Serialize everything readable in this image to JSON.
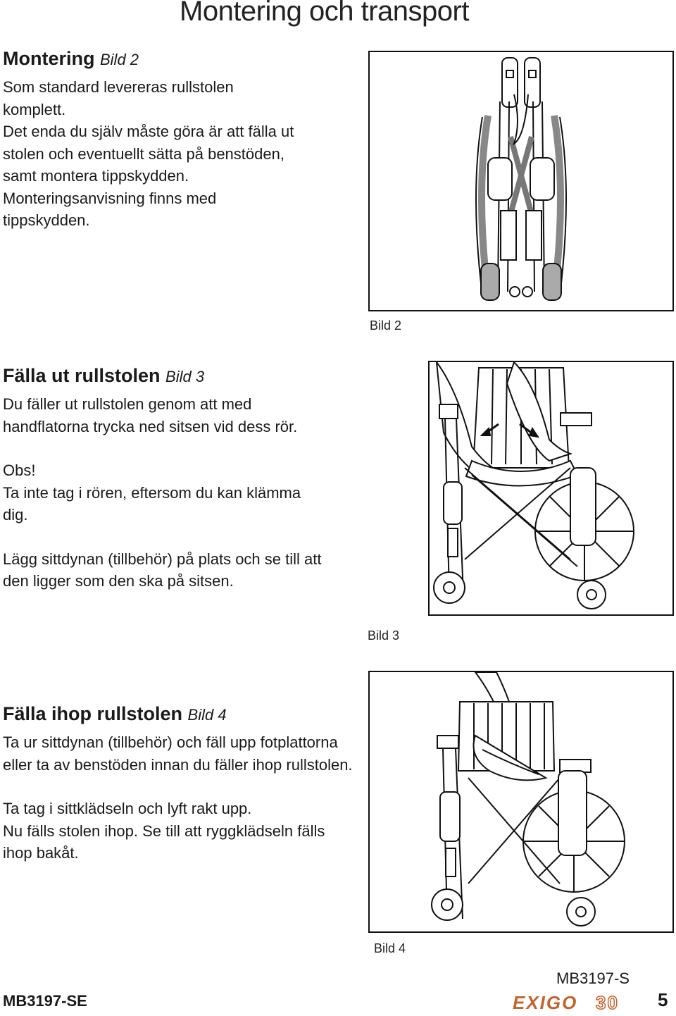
{
  "header": {
    "title": "Montering och transport"
  },
  "sections": [
    {
      "heading": "Montering",
      "ref": "Bild 2",
      "paragraphs": [
        "Som standard levereras rullstolen komplett.",
        "Det enda du själv måste göra är att fälla ut stolen och eventuellt sätta på benstöden, samt montera tippskydden.",
        "Monteringsanvisning finns med tippskydden."
      ]
    },
    {
      "heading": "Fälla ut rullstolen",
      "ref": "Bild 3",
      "paragraphs": [
        "Du fäller ut rullstolen genom att med handflatorna trycka ned sitsen vid dess rör.",
        "Obs!",
        "Ta inte tag i rören, eftersom du kan klämma dig.",
        "Lägg sittdynan (tillbehör) på plats och se till att den ligger som den ska på sitsen."
      ]
    },
    {
      "heading": "Fälla ihop rullstolen",
      "ref": "Bild 4",
      "paragraphs": [
        "Ta ur sittdynan (tillbehör) och fäll upp fotplattorna eller ta av benstöden innan du fäller ihop rullstolen.",
        "Ta tag i sittklädseln och lyft rakt upp.",
        "Nu fälls stolen ihop. Se till att ryggklädseln fälls ihop bakåt."
      ]
    }
  ],
  "figures": [
    {
      "caption": "Bild 2"
    },
    {
      "caption": "Bild 3"
    },
    {
      "caption": "Bild 4"
    }
  ],
  "footer": {
    "doc_code_left": "MB3197-SE",
    "doc_code_right": "MB3197-S",
    "brand": "EXIGO 30",
    "page_number": "5"
  },
  "colors": {
    "text": "#1a1a1a",
    "brand": "#c4622d",
    "line": "#111111"
  }
}
